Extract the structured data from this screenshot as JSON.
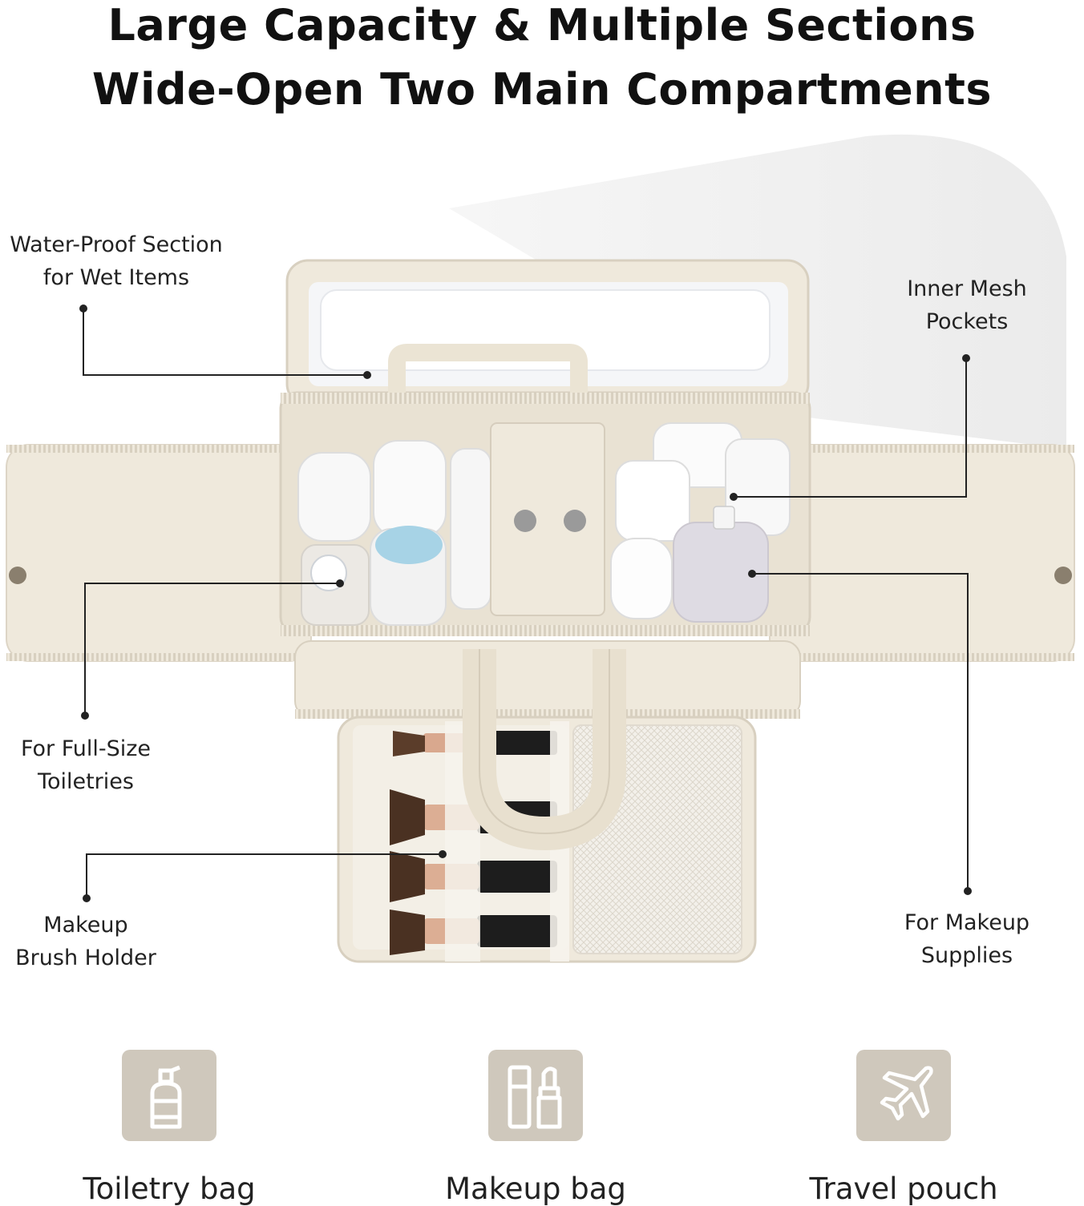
{
  "headline": {
    "line1": "Large Capacity & Multiple Sections",
    "line2": "Wide-Open Two Main Compartments"
  },
  "callouts": {
    "wet": {
      "line1": "Water-Proof Section",
      "line2": "for Wet Items"
    },
    "mesh": {
      "line1": "Inner Mesh",
      "line2": "Pockets"
    },
    "fullsize": {
      "line1": "For Full-Size",
      "line2": "Toiletries"
    },
    "makeup_supplies": {
      "line1": "For Makeup",
      "line2": "Supplies"
    },
    "brush": {
      "line1": "Makeup",
      "line2": "Brush Holder"
    }
  },
  "features": [
    {
      "label": "Toiletry bag",
      "icon": "lotion-bottle-icon"
    },
    {
      "label": "Makeup bag",
      "icon": "lipstick-icon"
    },
    {
      "label": "Travel pouch",
      "icon": "airplane-icon"
    }
  ],
  "colors": {
    "bag": "#efe9dc",
    "tile": "#cfc8bc",
    "icon": "#ffffff",
    "text": "#111111"
  }
}
